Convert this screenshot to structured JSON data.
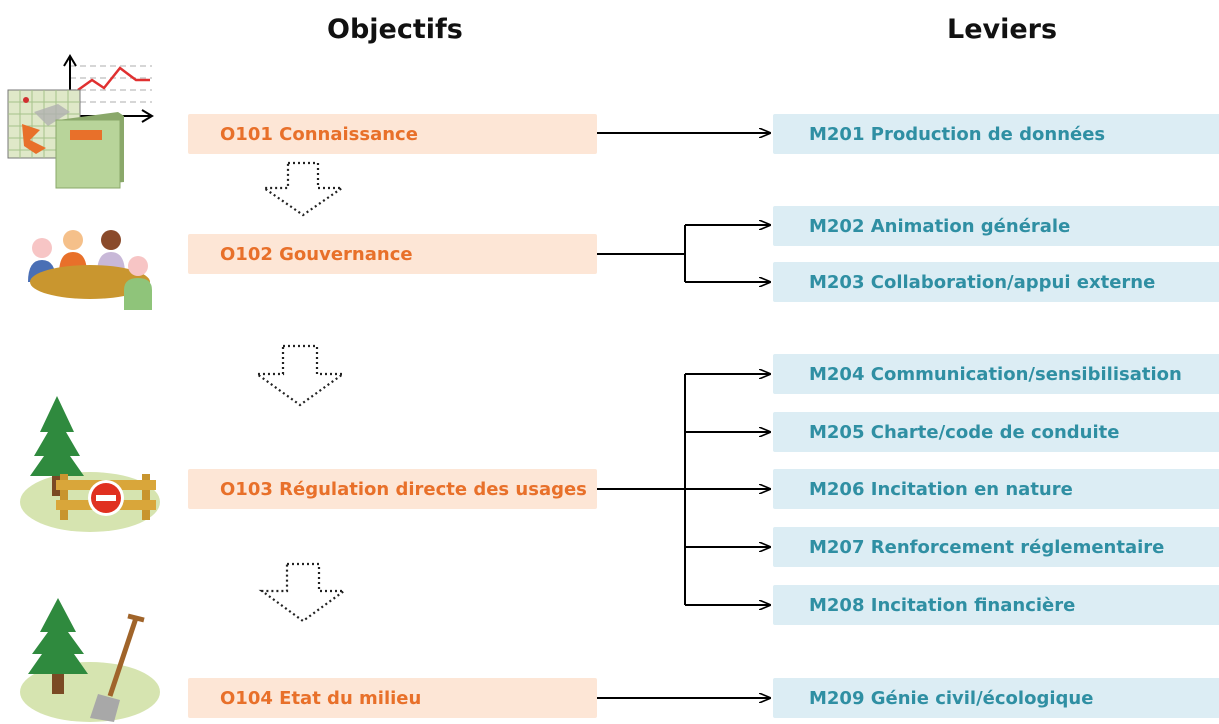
{
  "headers": {
    "objectives": "Objectifs",
    "levers": "Leviers"
  },
  "objectives": [
    "O101 Connaissance",
    "O102 Gouvernance",
    "O103 Régulation directe des usages",
    "O104 Etat du milieu"
  ],
  "levers": [
    "M201 Production de données",
    "M202 Animation générale",
    "M203 Collaboration/appui externe",
    "M204 Communication/sensibilisation",
    "M205 Charte/code de conduite",
    "M206 Incitation en nature",
    "M207 Renforcement réglementaire",
    "M208 Incitation financière",
    "M209 Génie civil/écologique"
  ],
  "colors": {
    "objective_fill": "#fde6d6",
    "objective_text": "#e8702a",
    "lever_fill": "#dcedf4",
    "lever_text": "#2f8fa3"
  },
  "icons": {
    "objective_1": "data-charts-and-map-icon",
    "objective_2": "people-around-table-icon",
    "objective_3": "tree-with-barrier-and-no-entry-sign-icon",
    "objective_4": "tree-with-shovel-icon"
  }
}
